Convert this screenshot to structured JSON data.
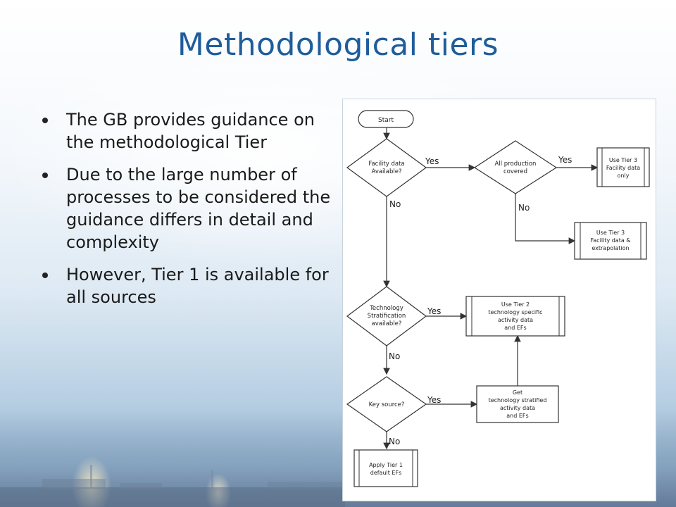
{
  "slide": {
    "title": "Methodological tiers",
    "bullets": [
      "The GB provides guidance on the methodological Tier",
      "Due to the large number of processes to be considered the guidance differs in detail and complexity",
      "However, Tier 1 is available for all sources"
    ]
  },
  "flowchart": {
    "start": "Start",
    "decision1": [
      "Facility data",
      "Available?"
    ],
    "decision2": [
      "All production",
      "covered"
    ],
    "decision3": [
      "Technology",
      "Stratification",
      "available?"
    ],
    "decision4": [
      "Key source?"
    ],
    "process_tier3_only": [
      "Use Tier 3",
      "Facility data",
      "only"
    ],
    "process_tier3_extrap": [
      "Use Tier 3",
      "Facility data &",
      "extrapolation"
    ],
    "process_tier2": [
      "Use Tier 2",
      "technology specific",
      "activity data",
      "and EFs"
    ],
    "process_get": [
      "Get",
      "technology stratified",
      "activity data",
      "and EFs"
    ],
    "process_tier1": [
      "Apply Tier 1",
      "default EFs"
    ],
    "yes": "Yes",
    "no": "No"
  },
  "colors": {
    "title": "#1f5d9a",
    "line": "#333333"
  }
}
